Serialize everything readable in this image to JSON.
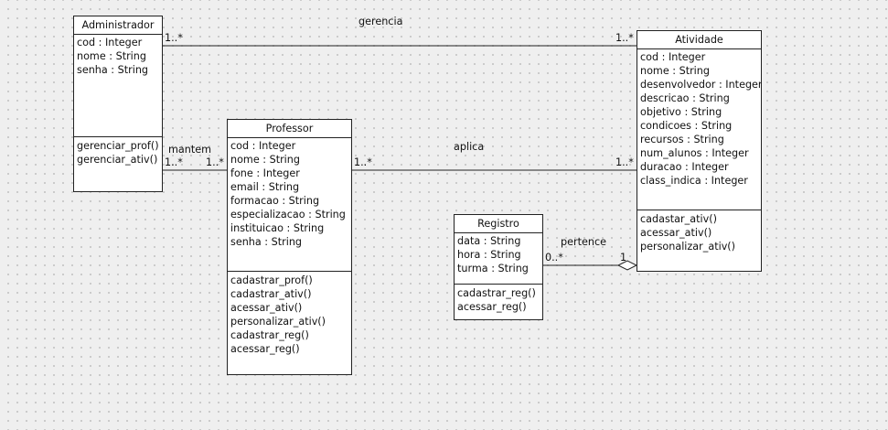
{
  "classes": {
    "administrador": {
      "name": "Administrador",
      "attributes": [
        "cod : Integer",
        "nome : String",
        "senha : String"
      ],
      "operations": [
        "gerenciar_prof()",
        "gerenciar_ativ()"
      ]
    },
    "professor": {
      "name": "Professor",
      "attributes": [
        "cod : Integer",
        "nome : String",
        "fone : Integer",
        "email : String",
        "formacao : String",
        "especializacao : String",
        "instituicao : String",
        "senha : String"
      ],
      "operations": [
        "cadastrar_prof()",
        "cadastrar_ativ()",
        "acessar_ativ()",
        "personalizar_ativ()",
        "cadastrar_reg()",
        "acessar_reg()"
      ]
    },
    "atividade": {
      "name": "Atividade",
      "attributes": [
        "cod : Integer",
        "nome : String",
        "desenvolvedor : Integer",
        "descricao : String",
        "objetivo : String",
        "condicoes : String",
        "recursos : String",
        "num_alunos : Integer",
        "duracao : Integer",
        "class_indica : Integer"
      ],
      "operations": [
        "cadastar_ativ()",
        "acessar_ativ()",
        "personalizar_ativ()"
      ]
    },
    "registro": {
      "name": "Registro",
      "attributes": [
        "data : String",
        "hora : String",
        "turma : String"
      ],
      "operations": [
        "cadastrar_reg()",
        "acessar_reg()"
      ]
    }
  },
  "associations": {
    "gerencia": {
      "name": "gerencia",
      "source_mult": "1..*",
      "target_mult": "1..*"
    },
    "mantem": {
      "name": "mantem",
      "source_mult": "1..*",
      "target_mult": "1..*"
    },
    "aplica": {
      "name": "aplica",
      "source_mult": "1..*",
      "target_mult": "1..*"
    },
    "pertence": {
      "name": "pertence",
      "source_mult": "0..*",
      "target_mult": "1",
      "kind": "aggregation"
    }
  },
  "colors": {
    "line": "#222222",
    "box_fill": "#ffffff",
    "background": "#efefef"
  }
}
